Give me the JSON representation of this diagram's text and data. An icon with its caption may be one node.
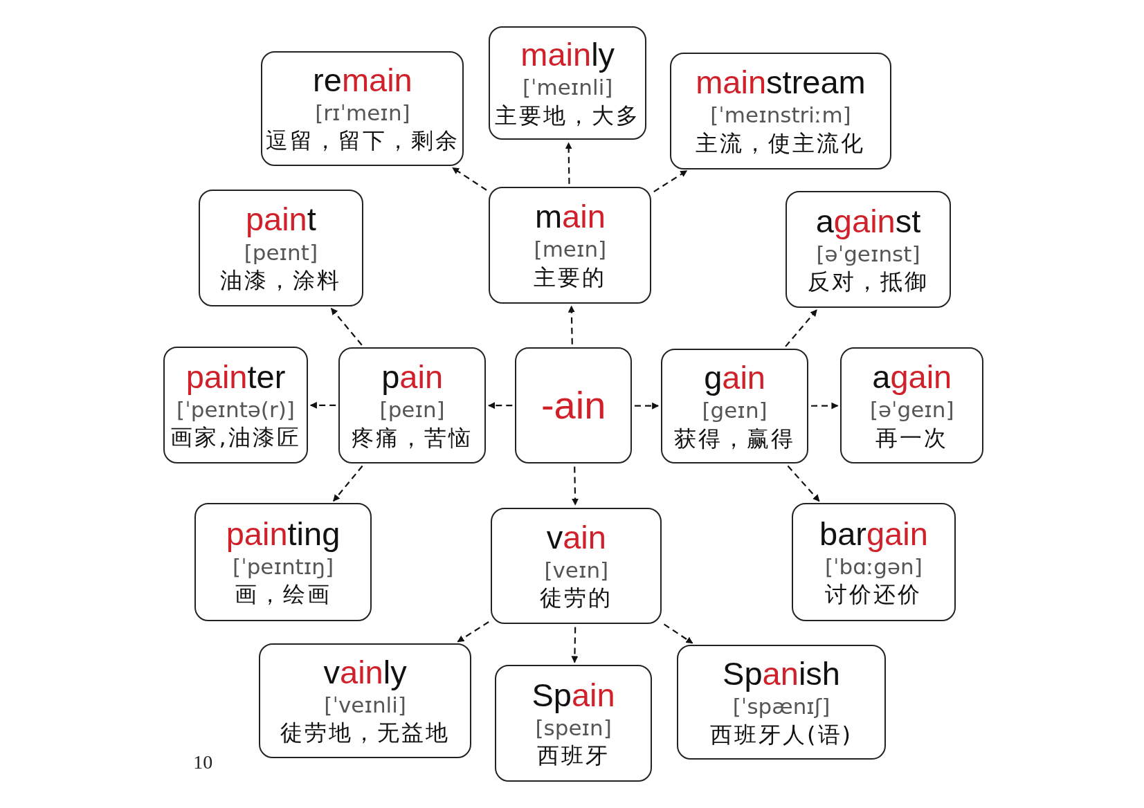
{
  "diagram": {
    "nodes": [
      {
        "text": [
          "re**main**",
          "[rɪˈmeɪn]",
          "逗留，留下，剩余"
        ]
      },
      {
        "text": [
          "**main**ly",
          "[ˈmeɪnli]",
          "主要地，大多"
        ]
      },
      {
        "text": [
          "**main**stream",
          "[ˈmeɪnstriːm]",
          "主流，使主流化"
        ]
      },
      {
        "text": [
          "**pain**t",
          "[peɪnt]",
          "油漆，涂料"
        ]
      },
      {
        "text": [
          "m**ain**",
          "[meɪn]",
          "主要的"
        ]
      },
      {
        "text": [
          "a**gain**st",
          "[əˈgeɪnst]",
          "反对，抵御"
        ]
      },
      {
        "text": [
          "**pain**ter",
          "[ˈpeɪntə(r)]",
          "画家,油漆匠"
        ]
      },
      {
        "text": [
          "p**ain**",
          "[peɪn]",
          "疼痛，苦恼"
        ]
      },
      {
        "text": [
          "-ain"
        ]
      },
      {
        "text": [
          "g**ain**",
          "[geɪn]",
          "获得，赢得"
        ]
      },
      {
        "text": [
          "a**gain**",
          "[əˈgeɪn]",
          "再一次"
        ]
      },
      {
        "text": [
          "**pain**ting",
          "[ˈpeɪntɪŋ]",
          "画，绘画"
        ]
      },
      {
        "text": [
          "v**ain**",
          "[veɪn]",
          "徒劳的"
        ]
      },
      {
        "text": [
          "bar**gain**",
          "[ˈbɑːgən]",
          "讨价还价"
        ]
      },
      {
        "text": [
          "v**ain**ly",
          "[ˈveɪnli]",
          "徒劳地，无益地"
        ]
      },
      {
        "text": [
          "Sp**ain**",
          "[speɪn]",
          "西班牙"
        ]
      },
      {
        "text": [
          "Sp**an**ish",
          "[ˈspænɪʃ]",
          "西班牙人(语)"
        ]
      }
    ],
    "edges": [
      {
        "from": 8,
        "to": 4,
        "arrow": "to"
      },
      {
        "from": 8,
        "to": 7,
        "arrow": "to"
      },
      {
        "from": 8,
        "to": 9,
        "arrow": "to"
      },
      {
        "from": 8,
        "to": 12,
        "arrow": "to"
      },
      {
        "from": 4,
        "to": 0,
        "arrow": "to"
      },
      {
        "from": 4,
        "to": 1,
        "arrow": "to"
      },
      {
        "from": 4,
        "to": 2,
        "arrow": "to"
      },
      {
        "from": 7,
        "to": 6,
        "arrow": "to"
      },
      {
        "from": 7,
        "to": 3,
        "arrow": "to"
      },
      {
        "from": 7,
        "to": 11,
        "arrow": "to"
      },
      {
        "from": 9,
        "to": 10,
        "arrow": "to"
      },
      {
        "from": 9,
        "to": 5,
        "arrow": "to"
      },
      {
        "from": 9,
        "to": 13,
        "arrow": "to"
      },
      {
        "from": 12,
        "to": 14,
        "arrow": "to"
      },
      {
        "from": 12,
        "to": 15,
        "arrow": "to"
      },
      {
        "from": 12,
        "to": 16,
        "arrow": "to"
      }
    ],
    "labels": [
      "10"
    ]
  }
}
